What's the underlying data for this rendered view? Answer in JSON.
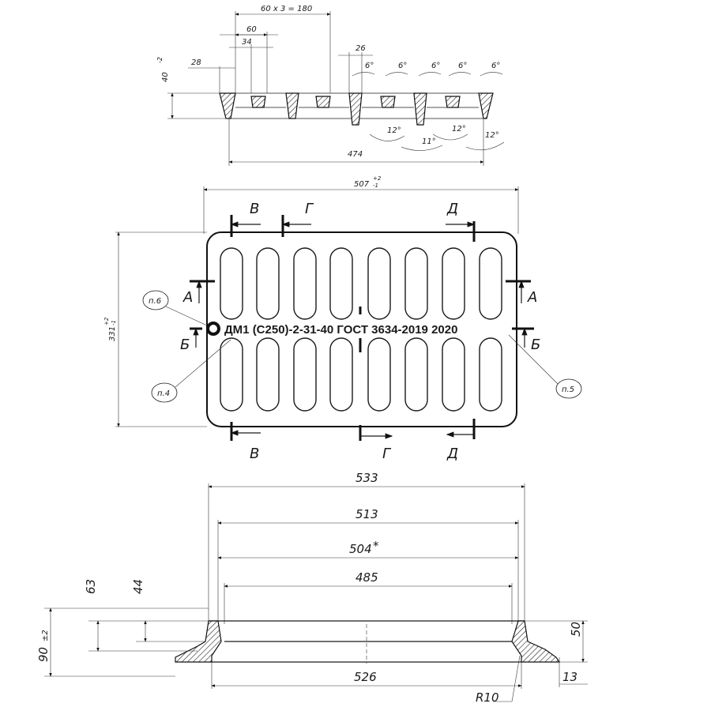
{
  "top_section": {
    "dims": {
      "pitch": "60 x 3 = 180",
      "slot_pitch": "60",
      "slot_width": "34",
      "edge": "28",
      "rib": "26",
      "depth": "40",
      "depth_tol": "-2",
      "length": "474",
      "draft_6": "6°",
      "draft_12": "12°",
      "draft_11": "11°"
    }
  },
  "plan_view": {
    "width_dim": "507",
    "width_tol_upper": "+2",
    "width_tol_lower": "-1",
    "height_dim": "331",
    "height_tol_upper": "+2",
    "height_tol_lower": "-1",
    "marking": "ДМ1 (С250)-2-31-40 ГОСТ 3634-2019  2020",
    "sections": {
      "A": "А",
      "B": "Б",
      "V": "В",
      "G": "Г",
      "D": "Д"
    },
    "notes": {
      "n4": "п.4",
      "n5": "п.5",
      "n6": "п.6"
    }
  },
  "frame_section": {
    "dims": {
      "d533": "533",
      "d513": "513",
      "d504": "504",
      "d504_mark": "*",
      "d485": "485",
      "d526": "526",
      "h63": "63",
      "h44": "44",
      "h90": "90",
      "h90_tol": "±2",
      "h50": "50",
      "h13": "13",
      "r10": "R10"
    }
  }
}
